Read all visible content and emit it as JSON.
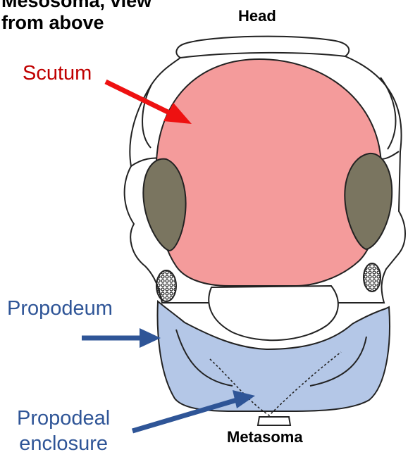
{
  "title": {
    "line1": "Mesosoma, view",
    "line2": "from above"
  },
  "labels": {
    "head": "Head",
    "metasoma": "Metasoma",
    "scutum": "Scutum",
    "propodeum": "Propodeum",
    "propodeal_enclosure_line1": "Propodeal",
    "propodeal_enclosure_line2": "enclosure"
  },
  "colors": {
    "scutum_fill": "#f49b9b",
    "tegula_fill": "#7a7560",
    "propodeum_fill": "#b4c7e7",
    "scutum_arrow": "#ee1111",
    "propodeum_arrow": "#2f5597",
    "outline": "#222222"
  }
}
